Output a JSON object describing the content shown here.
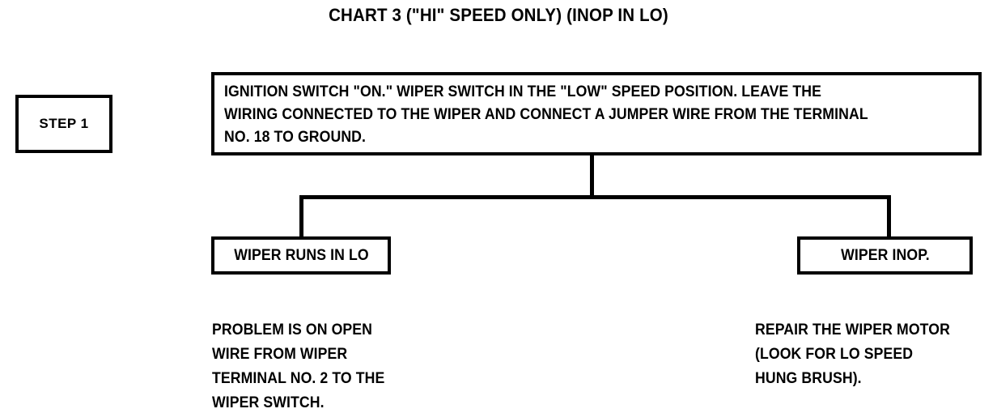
{
  "title": "CHART 3 (\"HI\" SPEED ONLY) (INOP IN LO)",
  "step": {
    "label": "STEP 1"
  },
  "instruction": {
    "line1": "IGNITION SWITCH \"ON.\" WIPER SWITCH IN THE \"LOW\" SPEED POSITION. LEAVE THE",
    "line2": "WIRING CONNECTED TO THE WIPER AND CONNECT A JUMPER WIRE FROM THE TERMINAL",
    "line3": "NO. 18 TO GROUND."
  },
  "outcomes": {
    "left": {
      "label": "WIPER RUNS IN LO",
      "conclusion": {
        "line1": "PROBLEM IS ON OPEN",
        "line2": "WIRE FROM WIPER",
        "line3": "TERMINAL NO. 2 TO THE",
        "line4": "WIPER SWITCH."
      }
    },
    "right": {
      "label": "WIPER INOP.",
      "conclusion": {
        "line1": "REPAIR THE WIPER MOTOR",
        "line2": "(LOOK FOR LO SPEED",
        "line3": "HUNG BRUSH)."
      }
    }
  },
  "colors": {
    "ink": "#000000",
    "paper": "#ffffff"
  }
}
